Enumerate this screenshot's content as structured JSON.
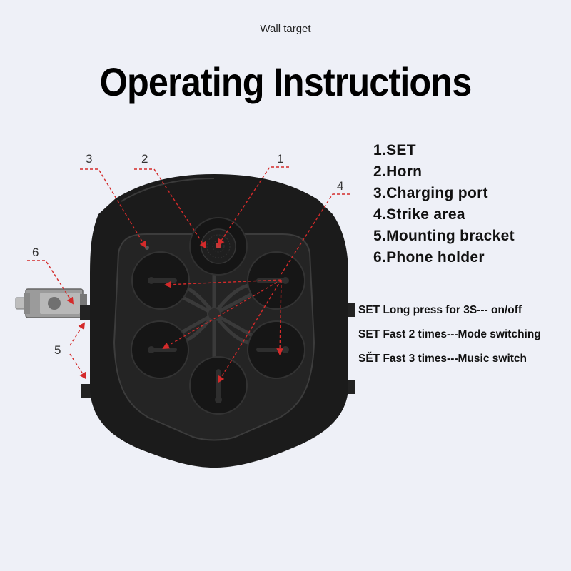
{
  "subtitle": "Wall target",
  "title": "Operating Instructions",
  "legend": [
    "1.SET",
    "2.Horn",
    "3.Charging port",
    "4.Strike area",
    "5.Mounting bracket",
    "6.Phone holder"
  ],
  "notes": [
    "SET Long press for 3S--- on/off",
    "SET Fast 2 times---Mode switching",
    "SĚT Fast 3 times---Music switch"
  ],
  "callouts": {
    "n1": "1",
    "n2": "2",
    "n3": "3",
    "n4": "4",
    "n5": "5",
    "n6": "6"
  },
  "colors": {
    "background": "#eef0f7",
    "callout_line": "#d42a2a",
    "device_body": "#1b1b1b"
  }
}
